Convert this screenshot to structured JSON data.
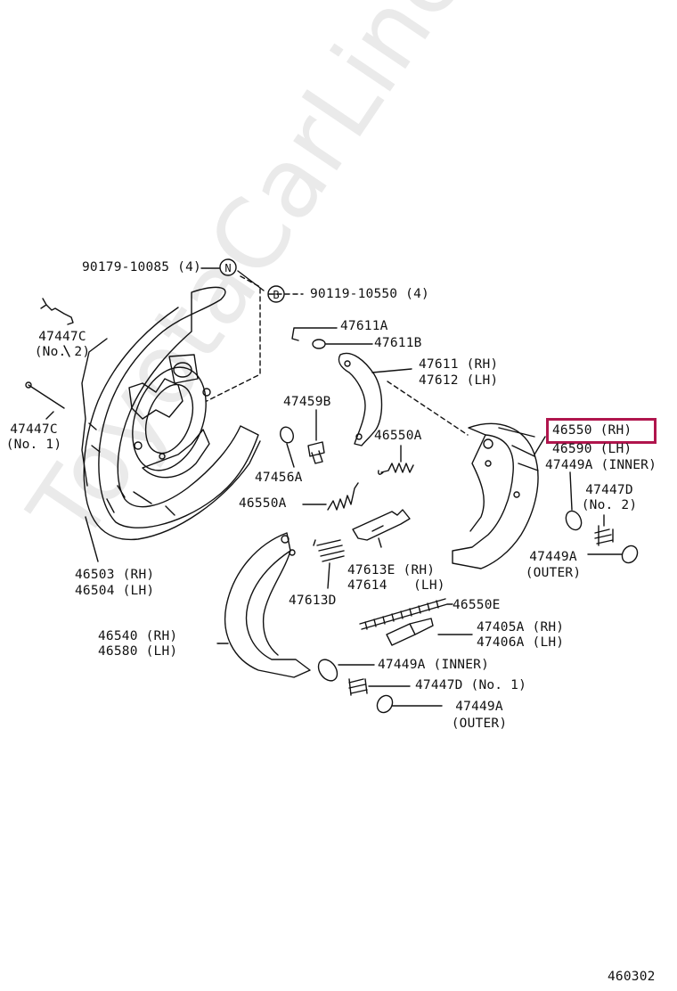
{
  "watermark": "ToyotaCarLine.ru",
  "figure_number": "460302",
  "highlight_color": "#b0154d",
  "highlighted_part": "46550 (RH)",
  "callouts": {
    "N": "N",
    "B": "B"
  },
  "labels": {
    "p90179": "90179-10085 (4)",
    "p90119": "90119-10550 (4)",
    "p47447c2_a": "47447C",
    "p47447c2_b": "(No. 2)",
    "p47447c1_a": "47447C",
    "p47447c1_b": "(No. 1)",
    "p47611a": "47611A",
    "p47611b": "47611B",
    "p47611": "47611 (RH)",
    "p47612": "47612 (LH)",
    "p47459b": "47459B",
    "p46550a_top": "46550A",
    "p47456a": "47456A",
    "p46550a_mid": "46550A",
    "p46550": "46550 (RH)",
    "p46590": "46590 (LH)",
    "p47449a_inner_top": "47449A (INNER)",
    "p47447d2_a": "47447D",
    "p47447d2_b": "(No. 2)",
    "p47449a_outer_top_a": "47449A",
    "p47449a_outer_top_b": "(OUTER)",
    "p46503": "46503 (RH)",
    "p46504": "46504 (LH)",
    "p47613e": "47613E (RH)",
    "p47614": "47614",
    "p47614lh": "(LH)",
    "p47613d": "47613D",
    "p46550e": "46550E",
    "p47405a": "47405A (RH)",
    "p47406a": "47406A (LH)",
    "p46540": "46540 (RH)",
    "p46580": "46580 (LH)",
    "p47449a_inner_bot": "47449A (INNER)",
    "p47447d1": "47447D (No. 1)",
    "p47449a_outer_bot_a": "47449A",
    "p47449a_outer_bot_b": "(OUTER)"
  }
}
